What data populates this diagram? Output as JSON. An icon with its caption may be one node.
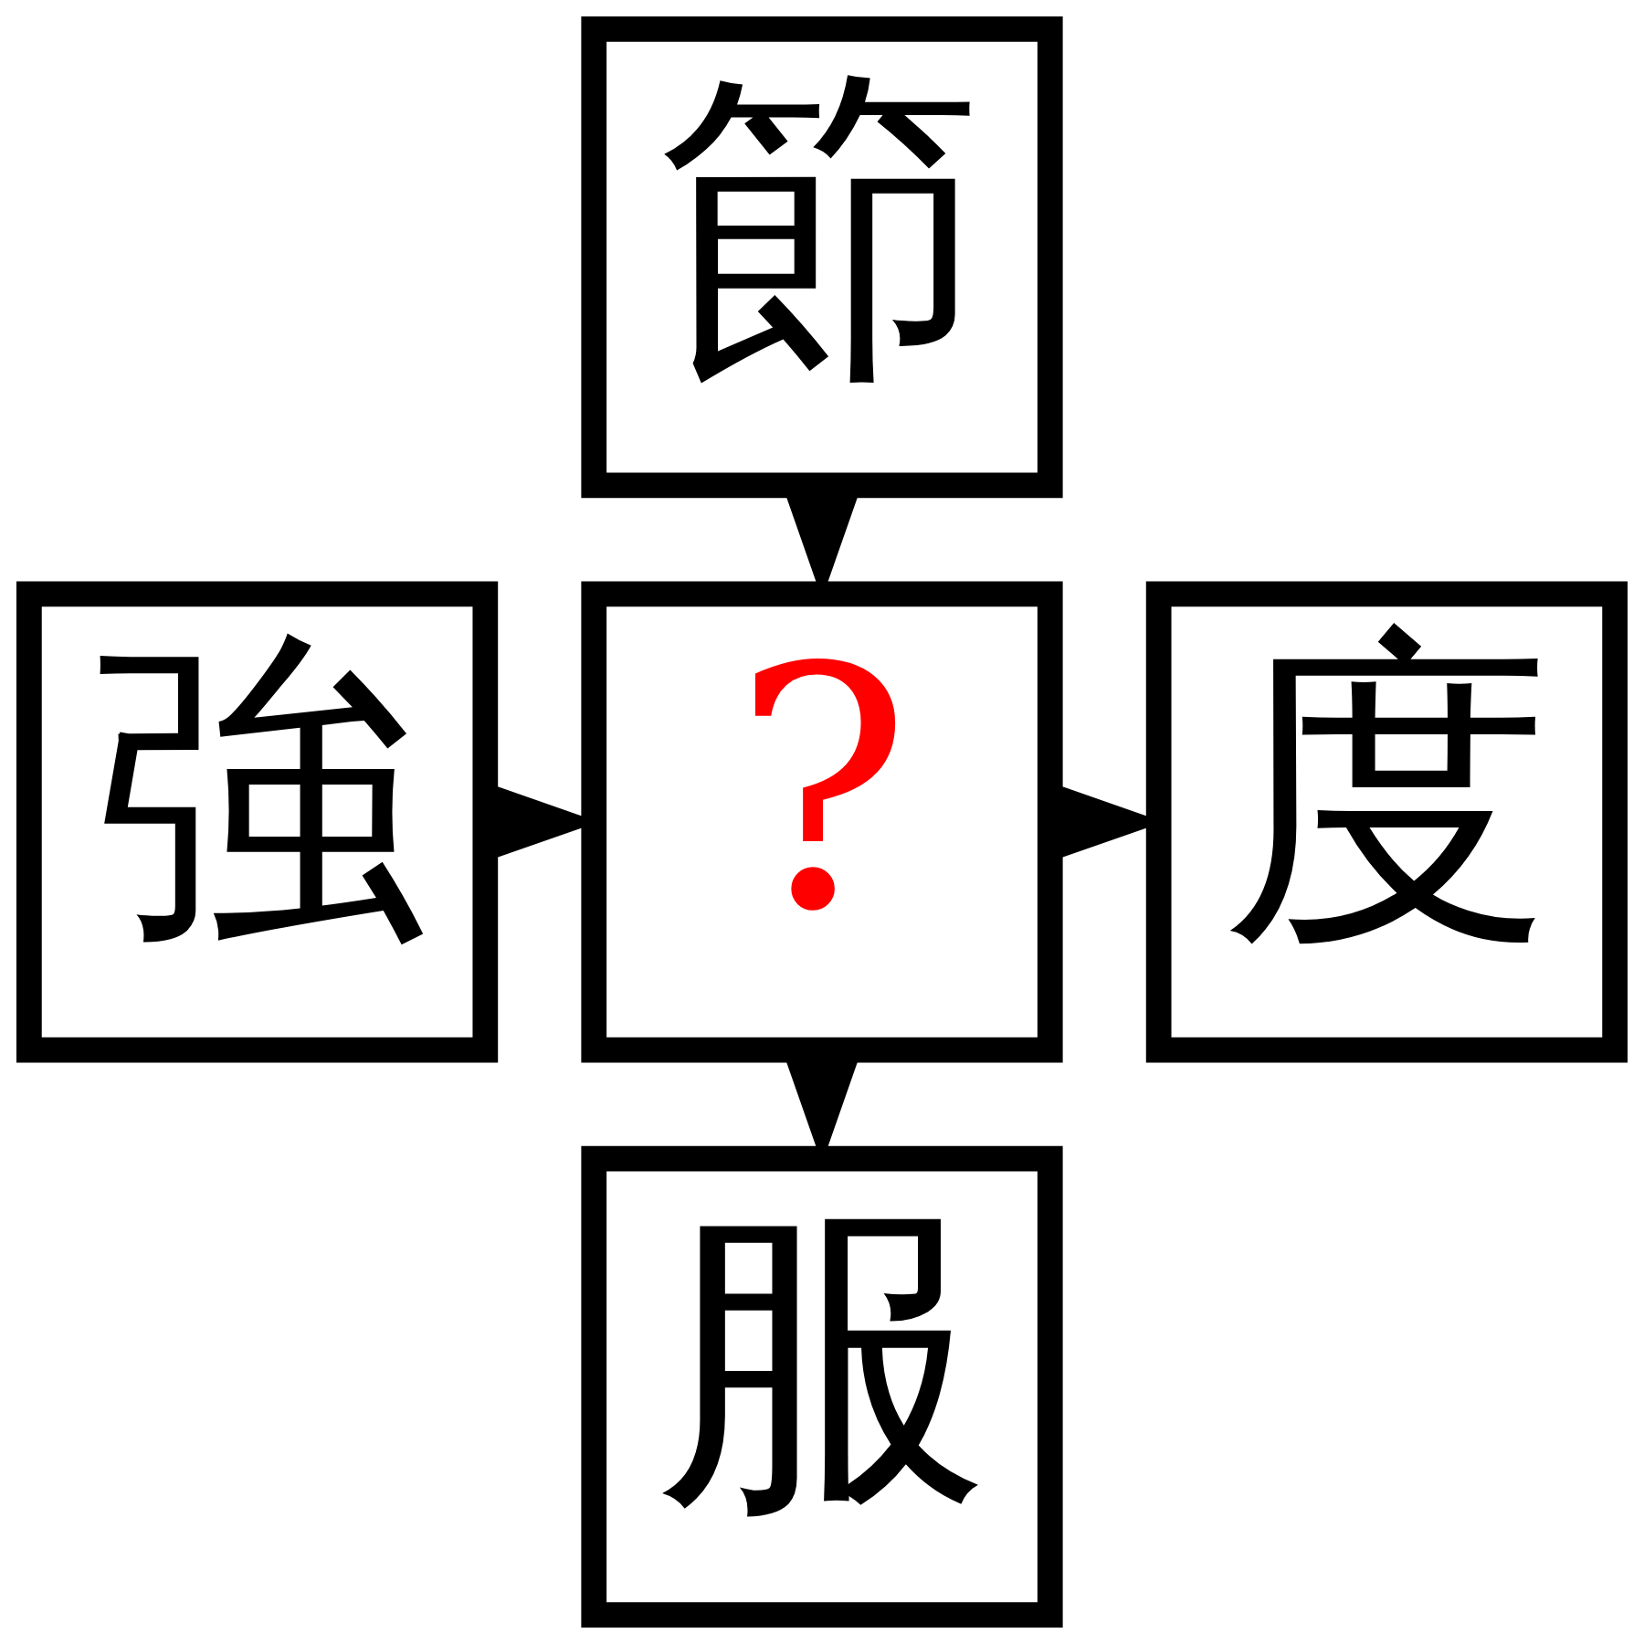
{
  "diagram": {
    "nodes": [
      {
        "text": [
          "節"
        ]
      },
      {
        "text": [
          "強"
        ]
      },
      {
        "text": [
          "?"
        ]
      },
      {
        "text": [
          "度"
        ]
      },
      {
        "text": [
          "服"
        ]
      }
    ],
    "edges": [
      {
        "from": 0,
        "to": 2,
        "arrow": "to"
      },
      {
        "from": 1,
        "to": 2,
        "arrow": "to"
      },
      {
        "from": 2,
        "to": 3,
        "arrow": "to"
      },
      {
        "from": 2,
        "to": 4,
        "arrow": "to"
      }
    ]
  }
}
